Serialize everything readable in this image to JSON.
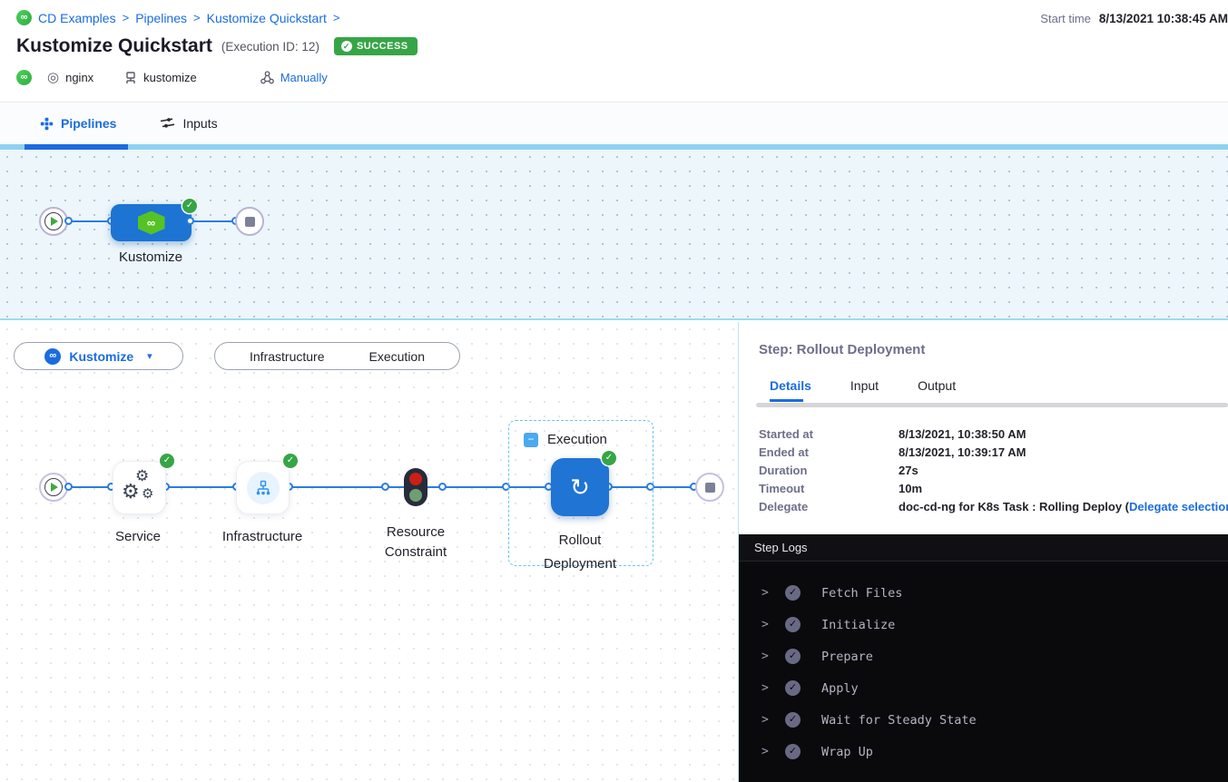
{
  "colors": {
    "accent_blue": "#1a6ce0",
    "success_green": "#36a546",
    "canvas_blue_bg": "#ecf6fb",
    "connector_blue": "#2b7de0",
    "node_blue": "#1d74d3",
    "log_bg": "#0a0a0d",
    "harness_green": "#3dc64b"
  },
  "icons": {
    "harness_cd": "∞",
    "service_ring": "◎",
    "gear": "⚙",
    "caret_down": "▾",
    "minus": "−",
    "check": "✓",
    "chevron_right": ">",
    "refresh": "↻"
  },
  "header": {
    "breadcrumb": {
      "items": [
        "CD Examples",
        "Pipelines",
        "Kustomize Quickstart"
      ],
      "separator": ">"
    },
    "start_time_label": "Start time",
    "start_time_value": "8/13/2021 10:38:45 AM",
    "title": "Kustomize Quickstart",
    "execution_id": "(Execution ID: 12)",
    "status_badge": "SUCCESS",
    "tags": {
      "service": "nginx",
      "environment": "kustomize",
      "trigger": "Manually"
    }
  },
  "tabs": {
    "pipelines": "Pipelines",
    "inputs": "Inputs"
  },
  "stage_canvas": {
    "stage_label": "Kustomize"
  },
  "lower_canvas": {
    "stage_selector": "Kustomize",
    "toggle": {
      "infrastructure": "Infrastructure",
      "execution": "Execution"
    },
    "group_label": "Execution",
    "nodes": [
      {
        "label": "Service"
      },
      {
        "label": "Infrastructure"
      },
      {
        "label": "Resource Constraint"
      },
      {
        "label": "Rollout Deployment"
      }
    ]
  },
  "details_panel": {
    "title": "Step: Rollout Deployment",
    "tabs": [
      "Details",
      "Input",
      "Output"
    ],
    "rows": [
      {
        "label": "Started at",
        "value": "8/13/2021, 10:38:50 AM",
        "link": "",
        "suffix": ""
      },
      {
        "label": "Ended at",
        "value": "8/13/2021, 10:39:17 AM",
        "link": "",
        "suffix": ""
      },
      {
        "label": "Duration",
        "value": "27s",
        "link": "",
        "suffix": ""
      },
      {
        "label": "Timeout",
        "value": "10m",
        "link": "",
        "suffix": ""
      },
      {
        "label": "Delegate",
        "value": "doc-cd-ng for K8s Task : Rolling Deploy (",
        "link": "Delegate selection logs",
        "suffix": ")"
      }
    ]
  },
  "step_logs": {
    "title": "Step Logs",
    "sections": [
      "Fetch Files",
      "Initialize",
      "Prepare",
      "Apply",
      "Wait for Steady State",
      "Wrap Up"
    ]
  }
}
